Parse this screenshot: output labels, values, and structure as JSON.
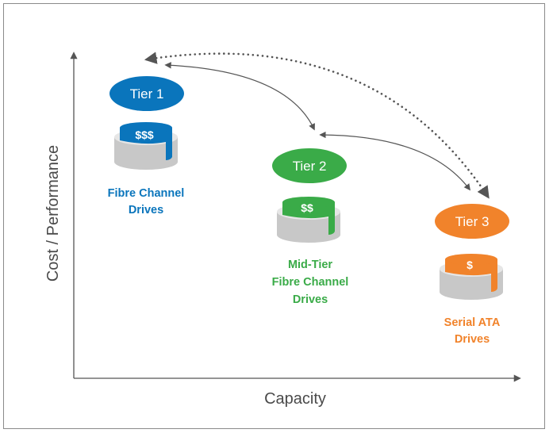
{
  "axes": {
    "y_label": "Cost / Performance",
    "x_label": "Capacity"
  },
  "tiers": [
    {
      "name": "Tier 1",
      "price": "$$$",
      "drive_lines": [
        "Fibre Channel",
        "Drives"
      ],
      "color": "#0a75bc"
    },
    {
      "name": "Tier 2",
      "price": "$$",
      "drive_lines": [
        "Mid-Tier",
        "Fibre Channel",
        "Drives"
      ],
      "color": "#3aab48"
    },
    {
      "name": "Tier 3",
      "price": "$",
      "drive_lines": [
        "Serial ATA",
        "Drives"
      ],
      "color": "#f1832b"
    }
  ],
  "colors": {
    "drive_body": "#c8c8c8",
    "drive_top": "#e6e6e6",
    "axis": "#555555",
    "arrow": "#555555"
  }
}
